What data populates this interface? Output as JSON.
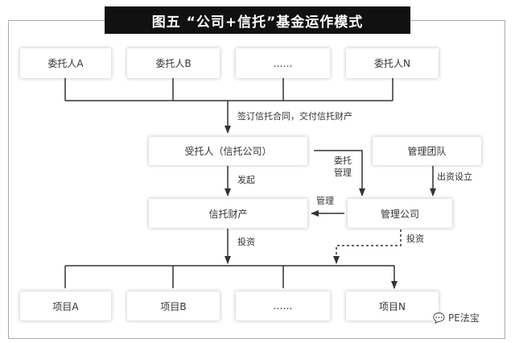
{
  "title": "图五  “公司+信托”基金运作模式",
  "top_boxes": [
    "委托人A",
    "委托人B",
    "……",
    "委托人N"
  ],
  "trustee": "受托人（信托公司）",
  "management_team": "管理团队",
  "trust_property": "信托财产",
  "management_company": "管理公司",
  "bottom_boxes": [
    "项目A",
    "项目B",
    "……",
    "项目N"
  ],
  "labels": {
    "sign": "签订信托合同，交付信托财产",
    "initiate": "发起",
    "entrust_1": "委托",
    "entrust_2": "管理",
    "contribute": "出资设立",
    "manage": "管理",
    "invest": "投资",
    "invest_dashed": "投资"
  },
  "watermark": "PE法宝"
}
